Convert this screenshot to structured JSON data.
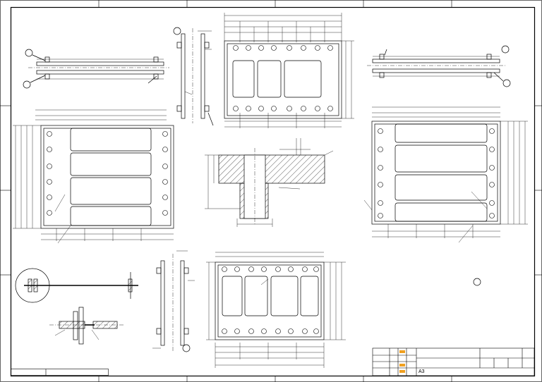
{
  "drawing": {
    "colors": {
      "line": "#000000",
      "paper": "#ffffff",
      "hatch": "#555555",
      "accent": "#f0a020"
    },
    "title_block": {
      "code": "A3"
    },
    "views": {
      "top_left_plan": "top-left-plan-view",
      "top_left_side": "top-left-side-view",
      "top_center_plan": "top-center-plan-view",
      "top_right_side": "top-right-side-view",
      "middle_left_plate": "middle-left-plate-view",
      "middle_center_section": "middle-center-section-view",
      "middle_right_plate": "middle-right-plate-view",
      "bottom_left_detail": "bottom-left-detail-view",
      "bottom_center_side": "bottom-center-side-view",
      "bottom_center_plate": "bottom-center-plate-view"
    }
  }
}
